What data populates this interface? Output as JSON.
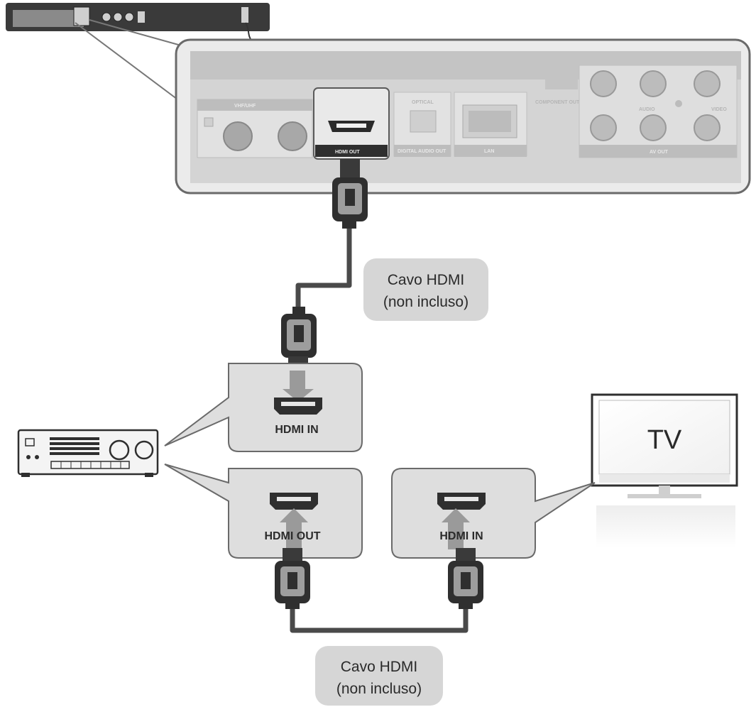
{
  "player_panel": {
    "vhf_uhf": "VHF/UHF",
    "optical": "OPTICAL",
    "digital_audio_out": "DIGITAL AUDIO OUT",
    "hdmi_out": "HDMI OUT",
    "lan": "LAN",
    "component_out": "COMPONENT OUT",
    "audio": "AUDIO",
    "video": "VIDEO",
    "av_out": "AV OUT"
  },
  "receiver_ports": {
    "hdmi_in": "HDMI IN",
    "hdmi_out": "HDMI OUT"
  },
  "tv": {
    "label": "TV",
    "hdmi_in": "HDMI IN"
  },
  "cable_top": {
    "line1": "Cavo HDMI",
    "line2": "(non incluso)"
  },
  "cable_bottom": {
    "line1": "Cavo HDMI",
    "line2": "(non incluso)"
  },
  "colors": {
    "panel_gray": "#d9d9d9",
    "callout_gray": "#d6d6d6",
    "cable": "#555555"
  }
}
